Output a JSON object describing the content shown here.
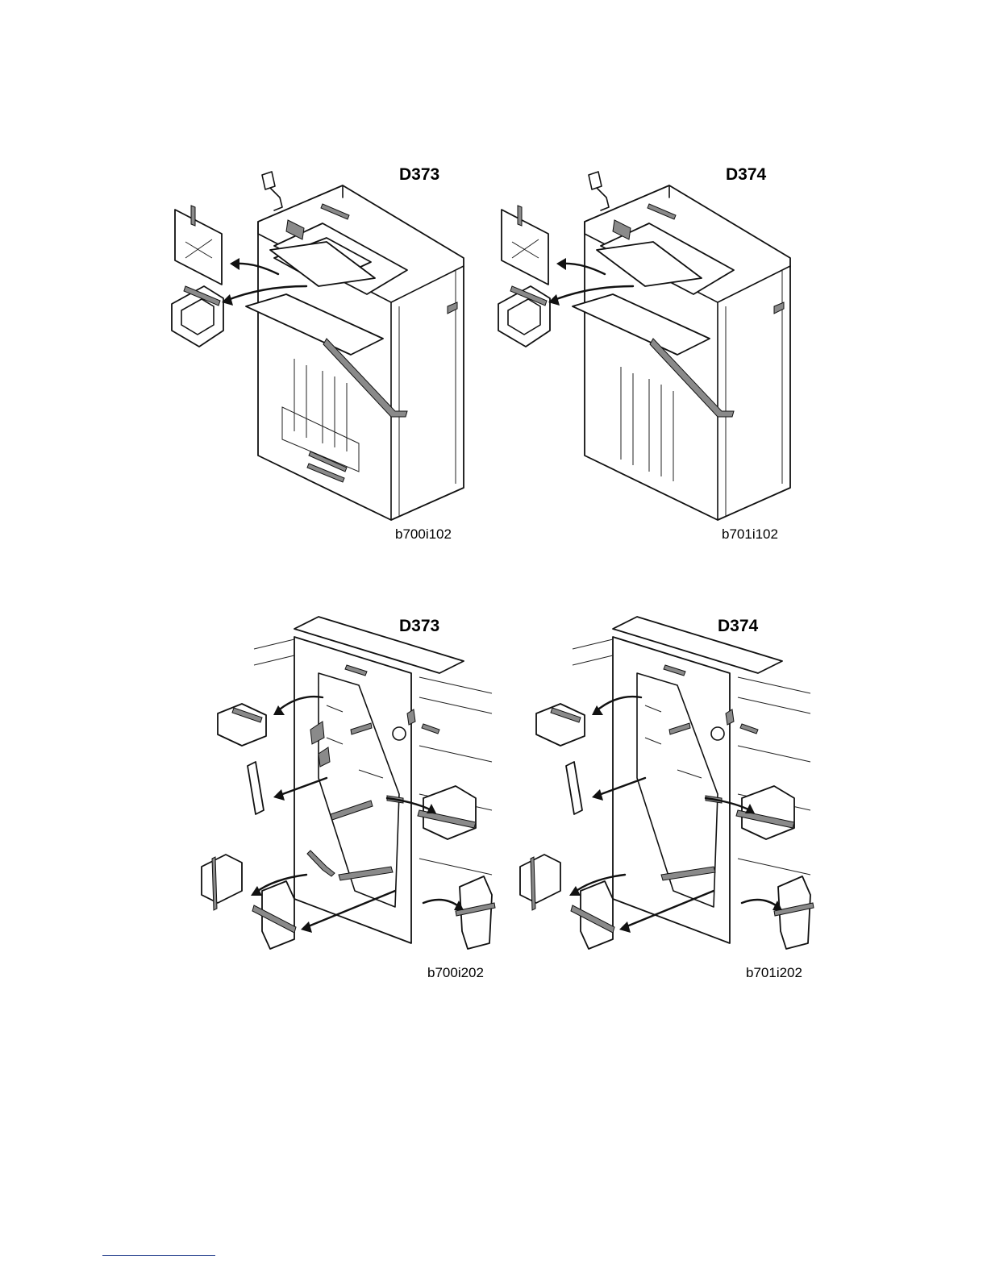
{
  "figures": [
    {
      "model": "D373",
      "code": "b700i102"
    },
    {
      "model": "D374",
      "code": "b701i102"
    },
    {
      "model": "D373",
      "code": "b700i202"
    },
    {
      "model": "D374",
      "code": "b701i202"
    }
  ]
}
